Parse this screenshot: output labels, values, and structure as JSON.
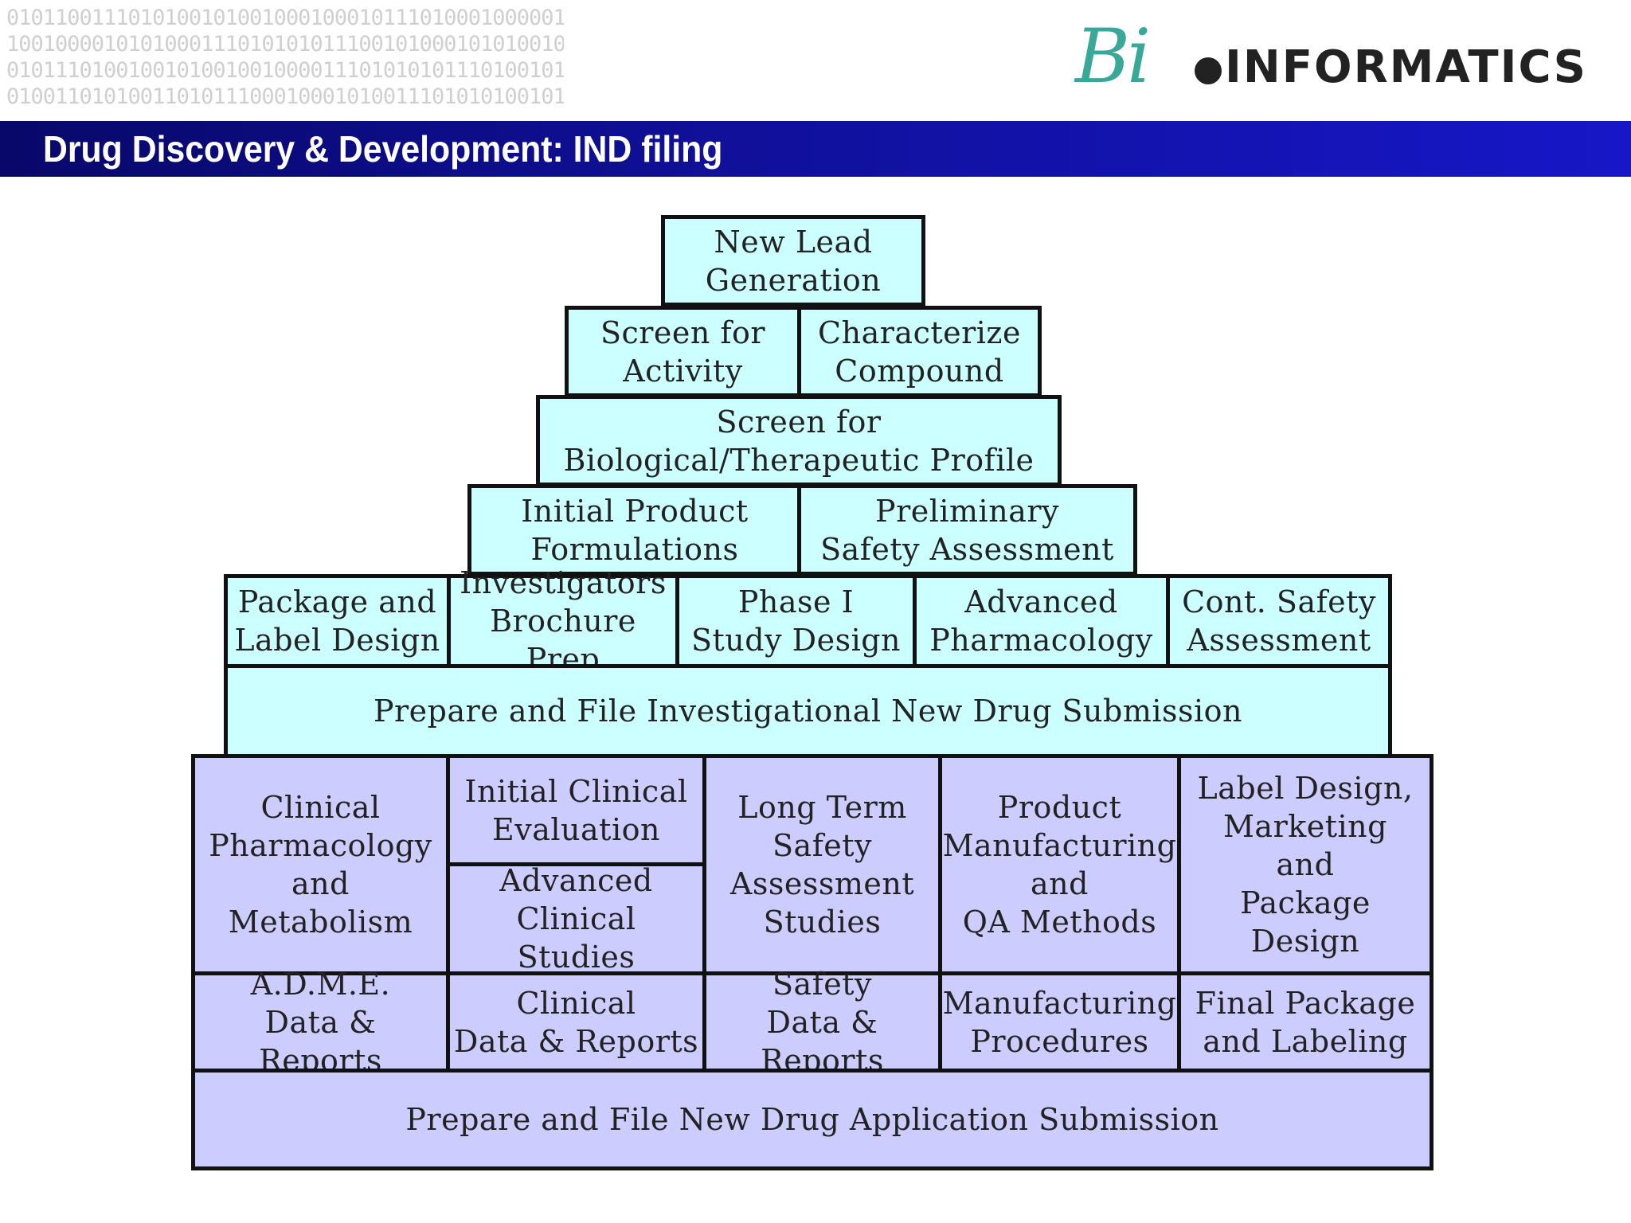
{
  "background_pattern": [
    "01011001110101001010010001000101110100010000010",
    "10010000101010001110101010111001010001010100101",
    "01011101001001010010010000111010101011101001010",
    "01001101010011010111000100010100111010101001011"
  ],
  "logo": {
    "mark": "Bi",
    "text": "INFORMATICS",
    "color_mark": "#3aa898",
    "color_text": "#222222"
  },
  "banner": {
    "title": "Drug Discovery & Development: IND filing",
    "color_start": "#08086a",
    "color_end": "#1717c8"
  },
  "diagram": {
    "colors": {
      "ind_fill": "#ccffff",
      "nda_fill": "#ccccff",
      "border": "#111111"
    },
    "ind_steps": {
      "new_lead": "New Lead\nGeneration",
      "screen_activity": "Screen for\nActivity",
      "characterize": "Characterize\nCompound",
      "screen_profile": "Screen for\nBiological/Therapeutic Profile",
      "initial_formulations": "Initial Product\nFormulations",
      "preliminary_safety": "Preliminary\nSafety Assessment",
      "package_label": "Package and\nLabel Design",
      "investigators_brochure": "Investigators\nBrochure Prep",
      "phase1": "Phase I\nStudy Design",
      "advanced_pharmacology": "Advanced\nPharmacology",
      "cont_safety": "Cont. Safety\nAssessment",
      "ind_submission": "Prepare and File Investigational New Drug Submission"
    },
    "nda_steps": {
      "clinical_pharmacology": "Clinical\nPharmacology\nand\nMetabolism",
      "initial_clinical": "Initial Clinical\nEvaluation",
      "advanced_clinical": "Advanced\nClinical Studies",
      "long_term_safety": "Long Term\nSafety\nAssessment\nStudies",
      "product_manufacturing": "Product\nManufacturing\nand\nQA Methods",
      "label_marketing": "Label Design,\nMarketing\nand\nPackage Design",
      "adme": "A.D.M.E.\nData & Reports",
      "clinical_data": "Clinical\nData & Reports",
      "safety_data": "Safety\nData & Reports",
      "manufacturing_procedures": "Manufacturing\nProcedures",
      "final_package": "Final Package\nand Labeling",
      "nda_submission": "Prepare and File New Drug Application Submission"
    }
  }
}
